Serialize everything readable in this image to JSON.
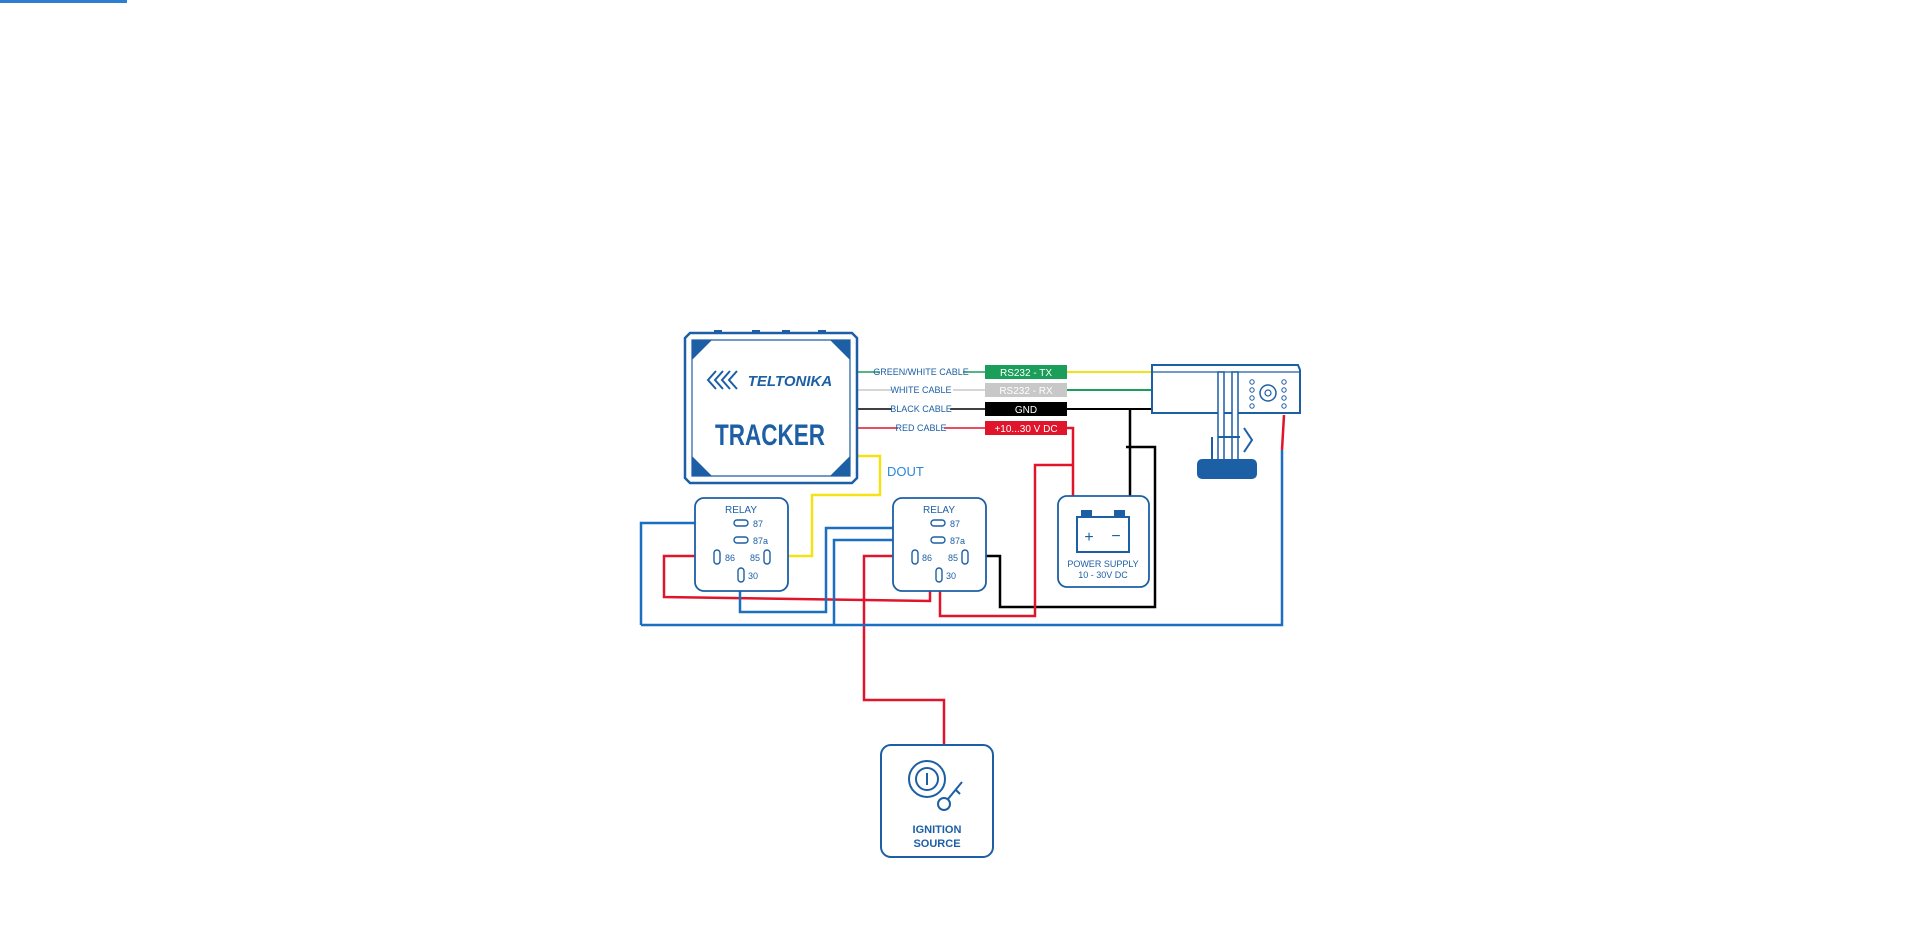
{
  "tracker": {
    "brand": "TELTONIKA",
    "title": "TRACKER"
  },
  "cables": [
    {
      "name": "GREEN/WHITE CABLE",
      "signal": "RS232 - TX",
      "color": "#1a9e5a"
    },
    {
      "name": "WHITE CABLE",
      "signal": "RS232 - RX",
      "color": "#c8c8c8"
    },
    {
      "name": "BLACK CABLE",
      "signal": "GND",
      "color": "#000000"
    },
    {
      "name": "RED CABLE",
      "signal": "+10...30 V DC",
      "color": "#e0142b"
    }
  ],
  "dout_label": "DOUT",
  "relays": [
    {
      "title": "RELAY",
      "pins": {
        "p87": "87",
        "p87a": "87a",
        "p86": "86",
        "p85": "85",
        "p30": "30"
      }
    },
    {
      "title": "RELAY",
      "pins": {
        "p87": "87",
        "p87a": "87a",
        "p86": "86",
        "p85": "85",
        "p30": "30"
      }
    }
  ],
  "power_supply": {
    "line1": "POWER SUPPLY",
    "line2": "10 - 30V DC",
    "plus": "+",
    "minus": "−"
  },
  "ignition": {
    "line1": "IGNITION",
    "line2": "SOURCE"
  },
  "colors": {
    "outline": "#1c5fa5",
    "wire_blue": "#1a6fc0",
    "wire_red": "#e0142b",
    "wire_yellow": "#f5e214",
    "wire_black": "#000000",
    "wire_green": "#1a9e5a",
    "dout_text": "#2a86d8"
  }
}
